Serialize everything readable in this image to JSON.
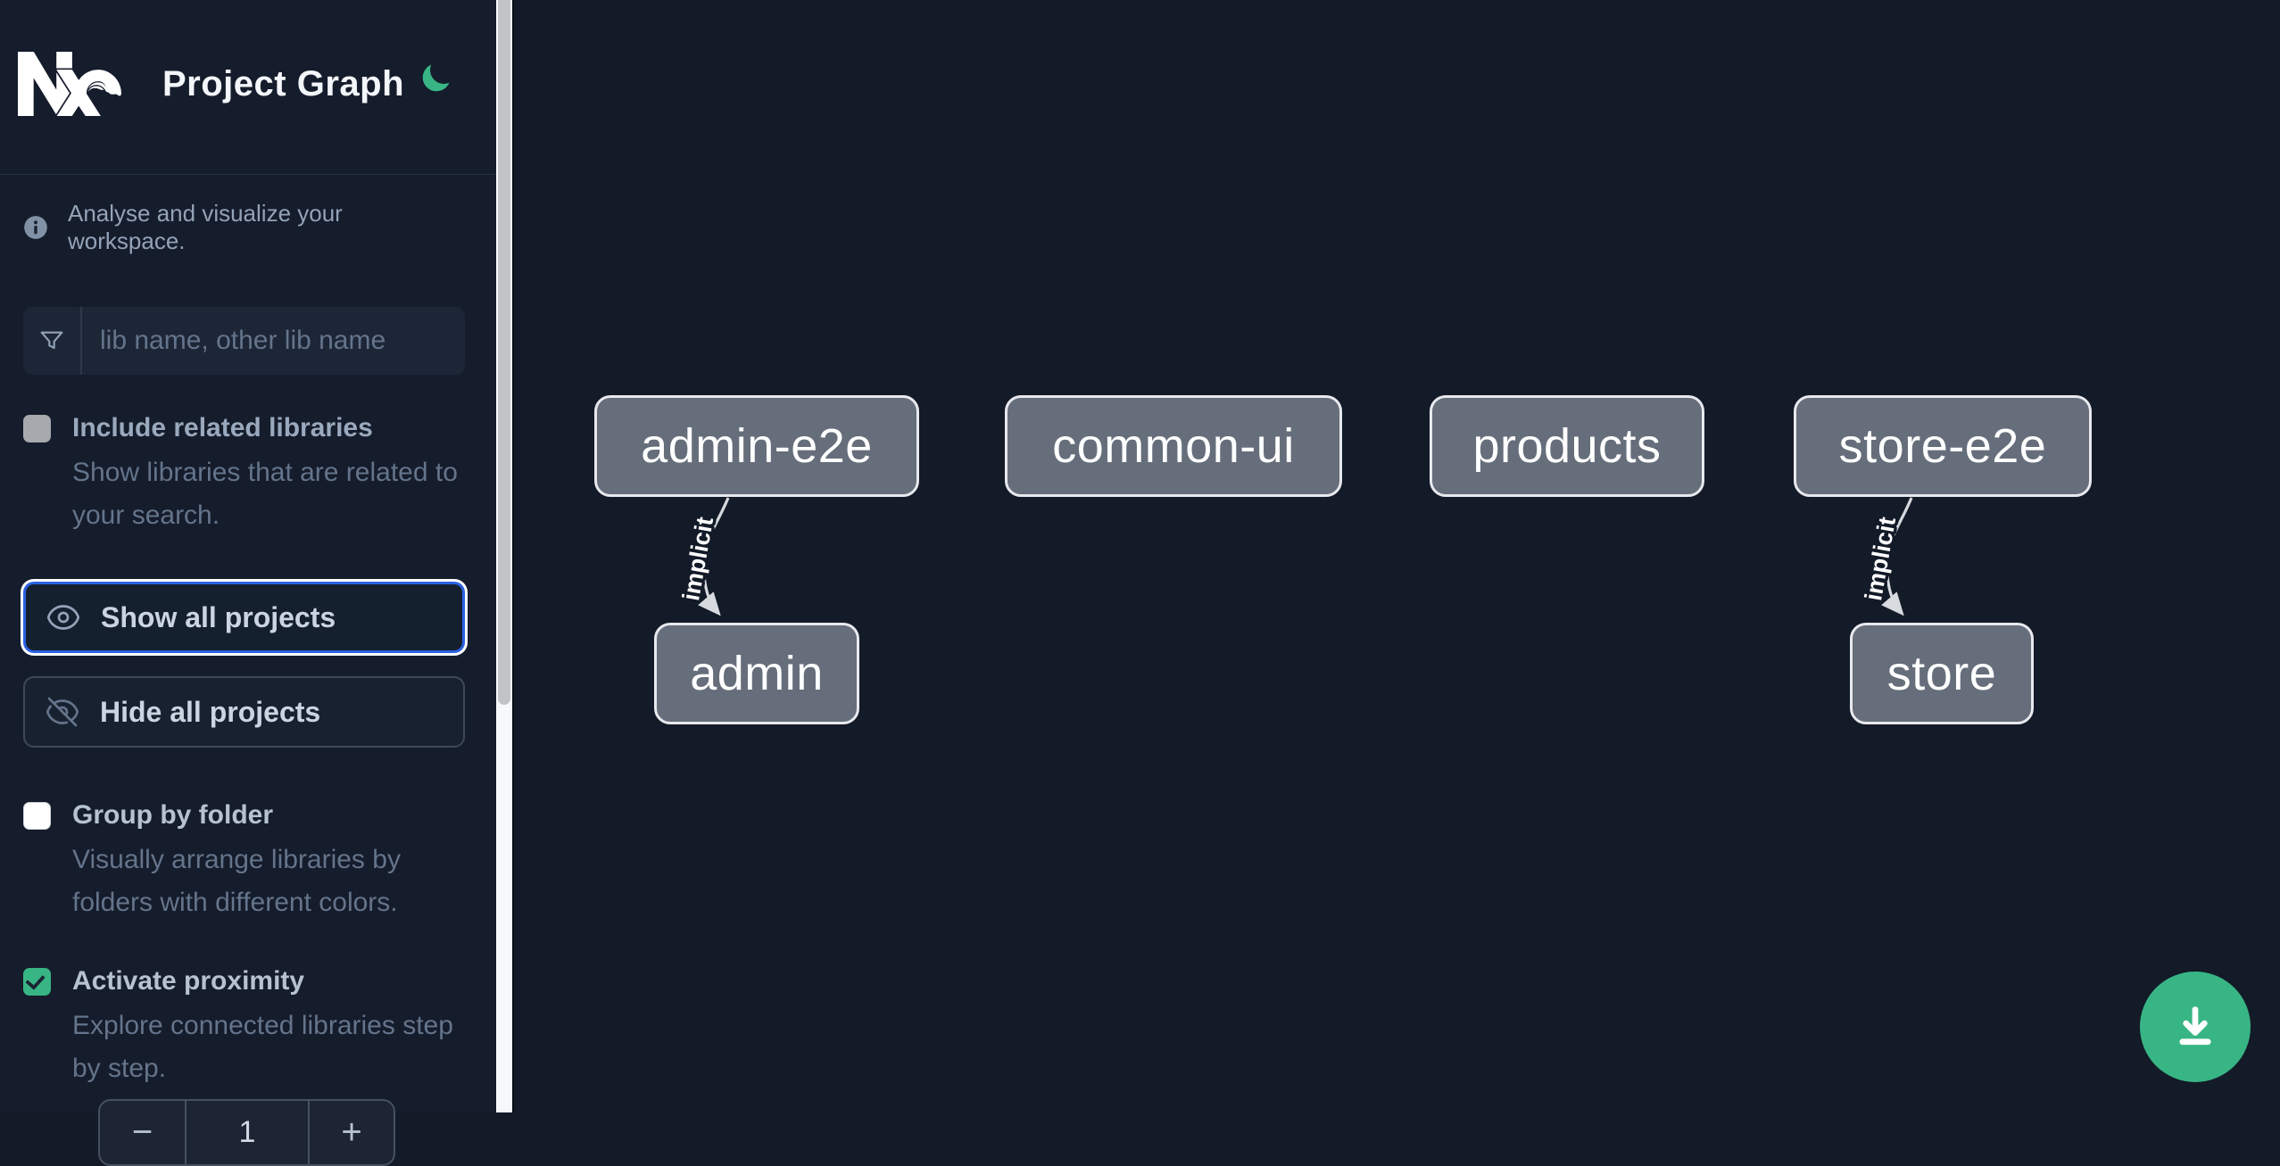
{
  "app": {
    "title": "Project Graph",
    "logo_icon": "nx-logo",
    "theme_toggle_icon": "moon-icon",
    "accent_green": "#38b584",
    "focus_blue": "#2b62e3"
  },
  "sidebar": {
    "tagline": "Analyse and visualize your workspace.",
    "tagline_icon": "info-icon",
    "search": {
      "icon": "funnel-icon",
      "placeholder": "lib name, other lib name",
      "value": ""
    },
    "checkboxes": [
      {
        "label": "Include related libraries",
        "description": "Show libraries that are related to your search.",
        "checked": false,
        "disabled": true
      },
      {
        "label": "Group by folder",
        "description": "Visually arrange libraries by folders with different colors.",
        "checked": false,
        "disabled": false
      },
      {
        "label": "Activate proximity",
        "description": "Explore connected libraries step by step.",
        "checked": true,
        "disabled": false
      }
    ],
    "buttons": {
      "show_all": "Show all projects",
      "show_all_icon": "eye-icon",
      "hide_all": "Hide all projects",
      "hide_all_icon": "eye-slash-icon"
    },
    "proximity_stepper": {
      "decrement_label": "−",
      "value": "1",
      "increment_label": "+"
    }
  },
  "graph": {
    "nodes": [
      {
        "label": "admin-e2e"
      },
      {
        "label": "common-ui"
      },
      {
        "label": "products"
      },
      {
        "label": "store-e2e"
      },
      {
        "label": "admin"
      },
      {
        "label": "store"
      }
    ],
    "edges": [
      {
        "from": "admin-e2e",
        "to": "admin",
        "label": "implicit"
      },
      {
        "from": "store-e2e",
        "to": "store",
        "label": "implicit"
      }
    ],
    "node_fill": "#666e7b",
    "node_border": "#e7e9ee",
    "edge_color": "#d7dade"
  },
  "fab": {
    "icon": "download-icon",
    "color": "#38b584"
  }
}
